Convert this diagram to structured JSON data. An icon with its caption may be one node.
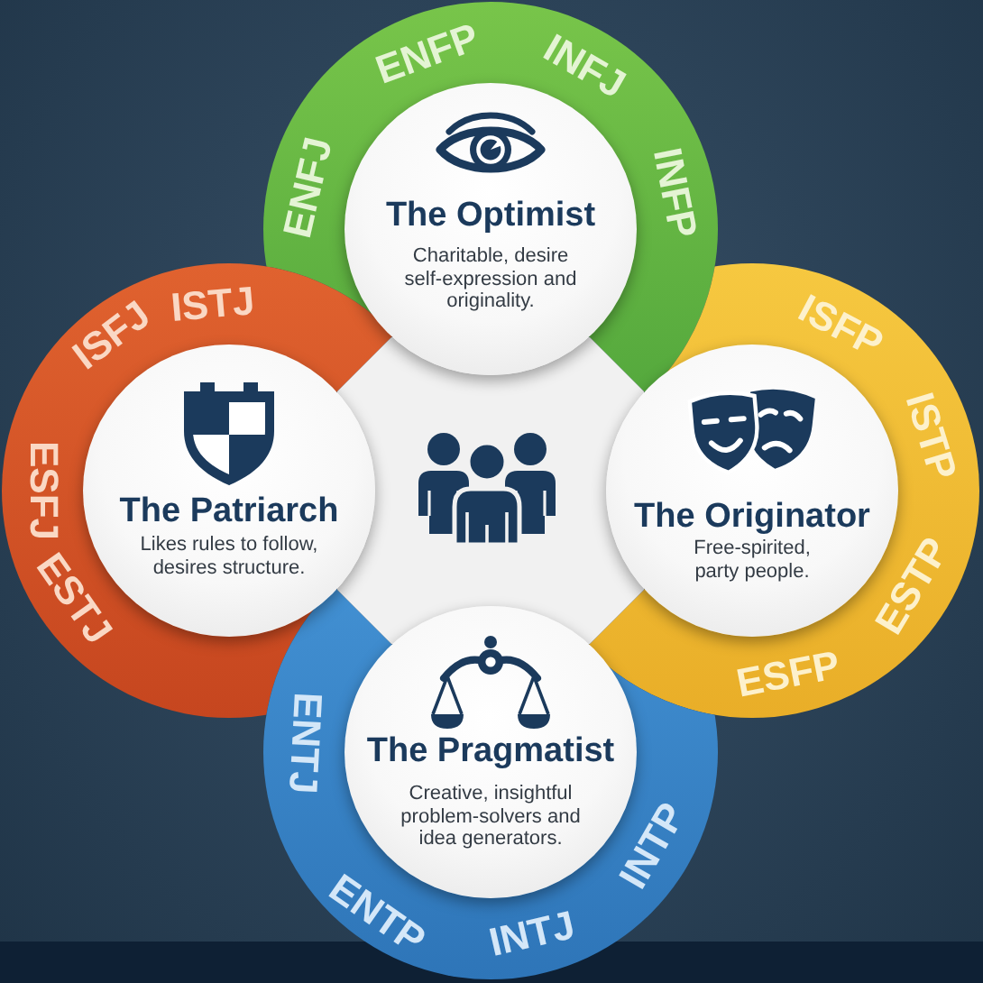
{
  "diagram": {
    "nodes": [
      {
        "text": [
          "ENFJ",
          "ENFP",
          "INFJ",
          "INFP"
        ]
      },
      {
        "text": [
          "The Optimist",
          "Charitable, desire self-expression and originality."
        ],
        "in": 0
      },
      {
        "text": [
          "ISFJ",
          "ISTJ",
          "ESFJ",
          "ESTJ"
        ]
      },
      {
        "text": [
          "The Patriarch",
          "Likes rules to follow, desires structure."
        ],
        "in": 2
      },
      {
        "text": [
          "ISFP",
          "ISTP",
          "ESTP",
          "ESFP"
        ]
      },
      {
        "text": [
          "The Originator",
          "Free-spirited, party people."
        ],
        "in": 4
      },
      {
        "text": [
          "ENTJ",
          "ENTP",
          "INTJ",
          "INTP"
        ]
      },
      {
        "text": [
          "The Pragmatist",
          "Creative, insightful problem-solvers and idea generators."
        ],
        "in": 6
      }
    ]
  }
}
